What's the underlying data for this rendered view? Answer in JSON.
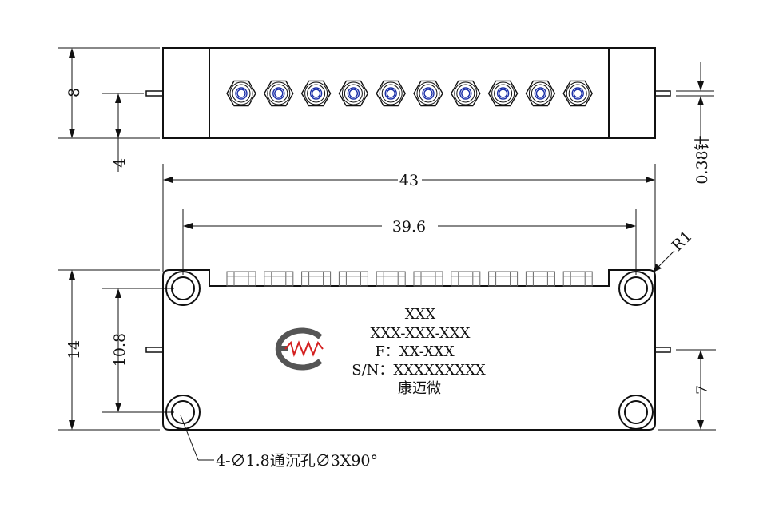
{
  "dimensions": {
    "top_height": "8",
    "top_pin_height": "4",
    "pin_diameter": "0.38针",
    "overall_width": "43",
    "hole_spacing": "39.6",
    "corner_radius": "R1",
    "front_height": "14",
    "hole_vertical_spacing": "10.8",
    "pin_height_right": "7"
  },
  "label": {
    "line1": "XXX",
    "line2": "XXX-XXX-XXX",
    "line3": "F：XX-XXX",
    "line4": "S/N：XXXXXXXXX",
    "line5": "康迈微"
  },
  "hole_note": "4-∅1.8通沉孔∅3X90°",
  "connectors": {
    "count": 10
  },
  "colors": {
    "connector_inner": "#1a2fa8",
    "logo_gray": "#555555",
    "logo_red": "#d42020"
  }
}
